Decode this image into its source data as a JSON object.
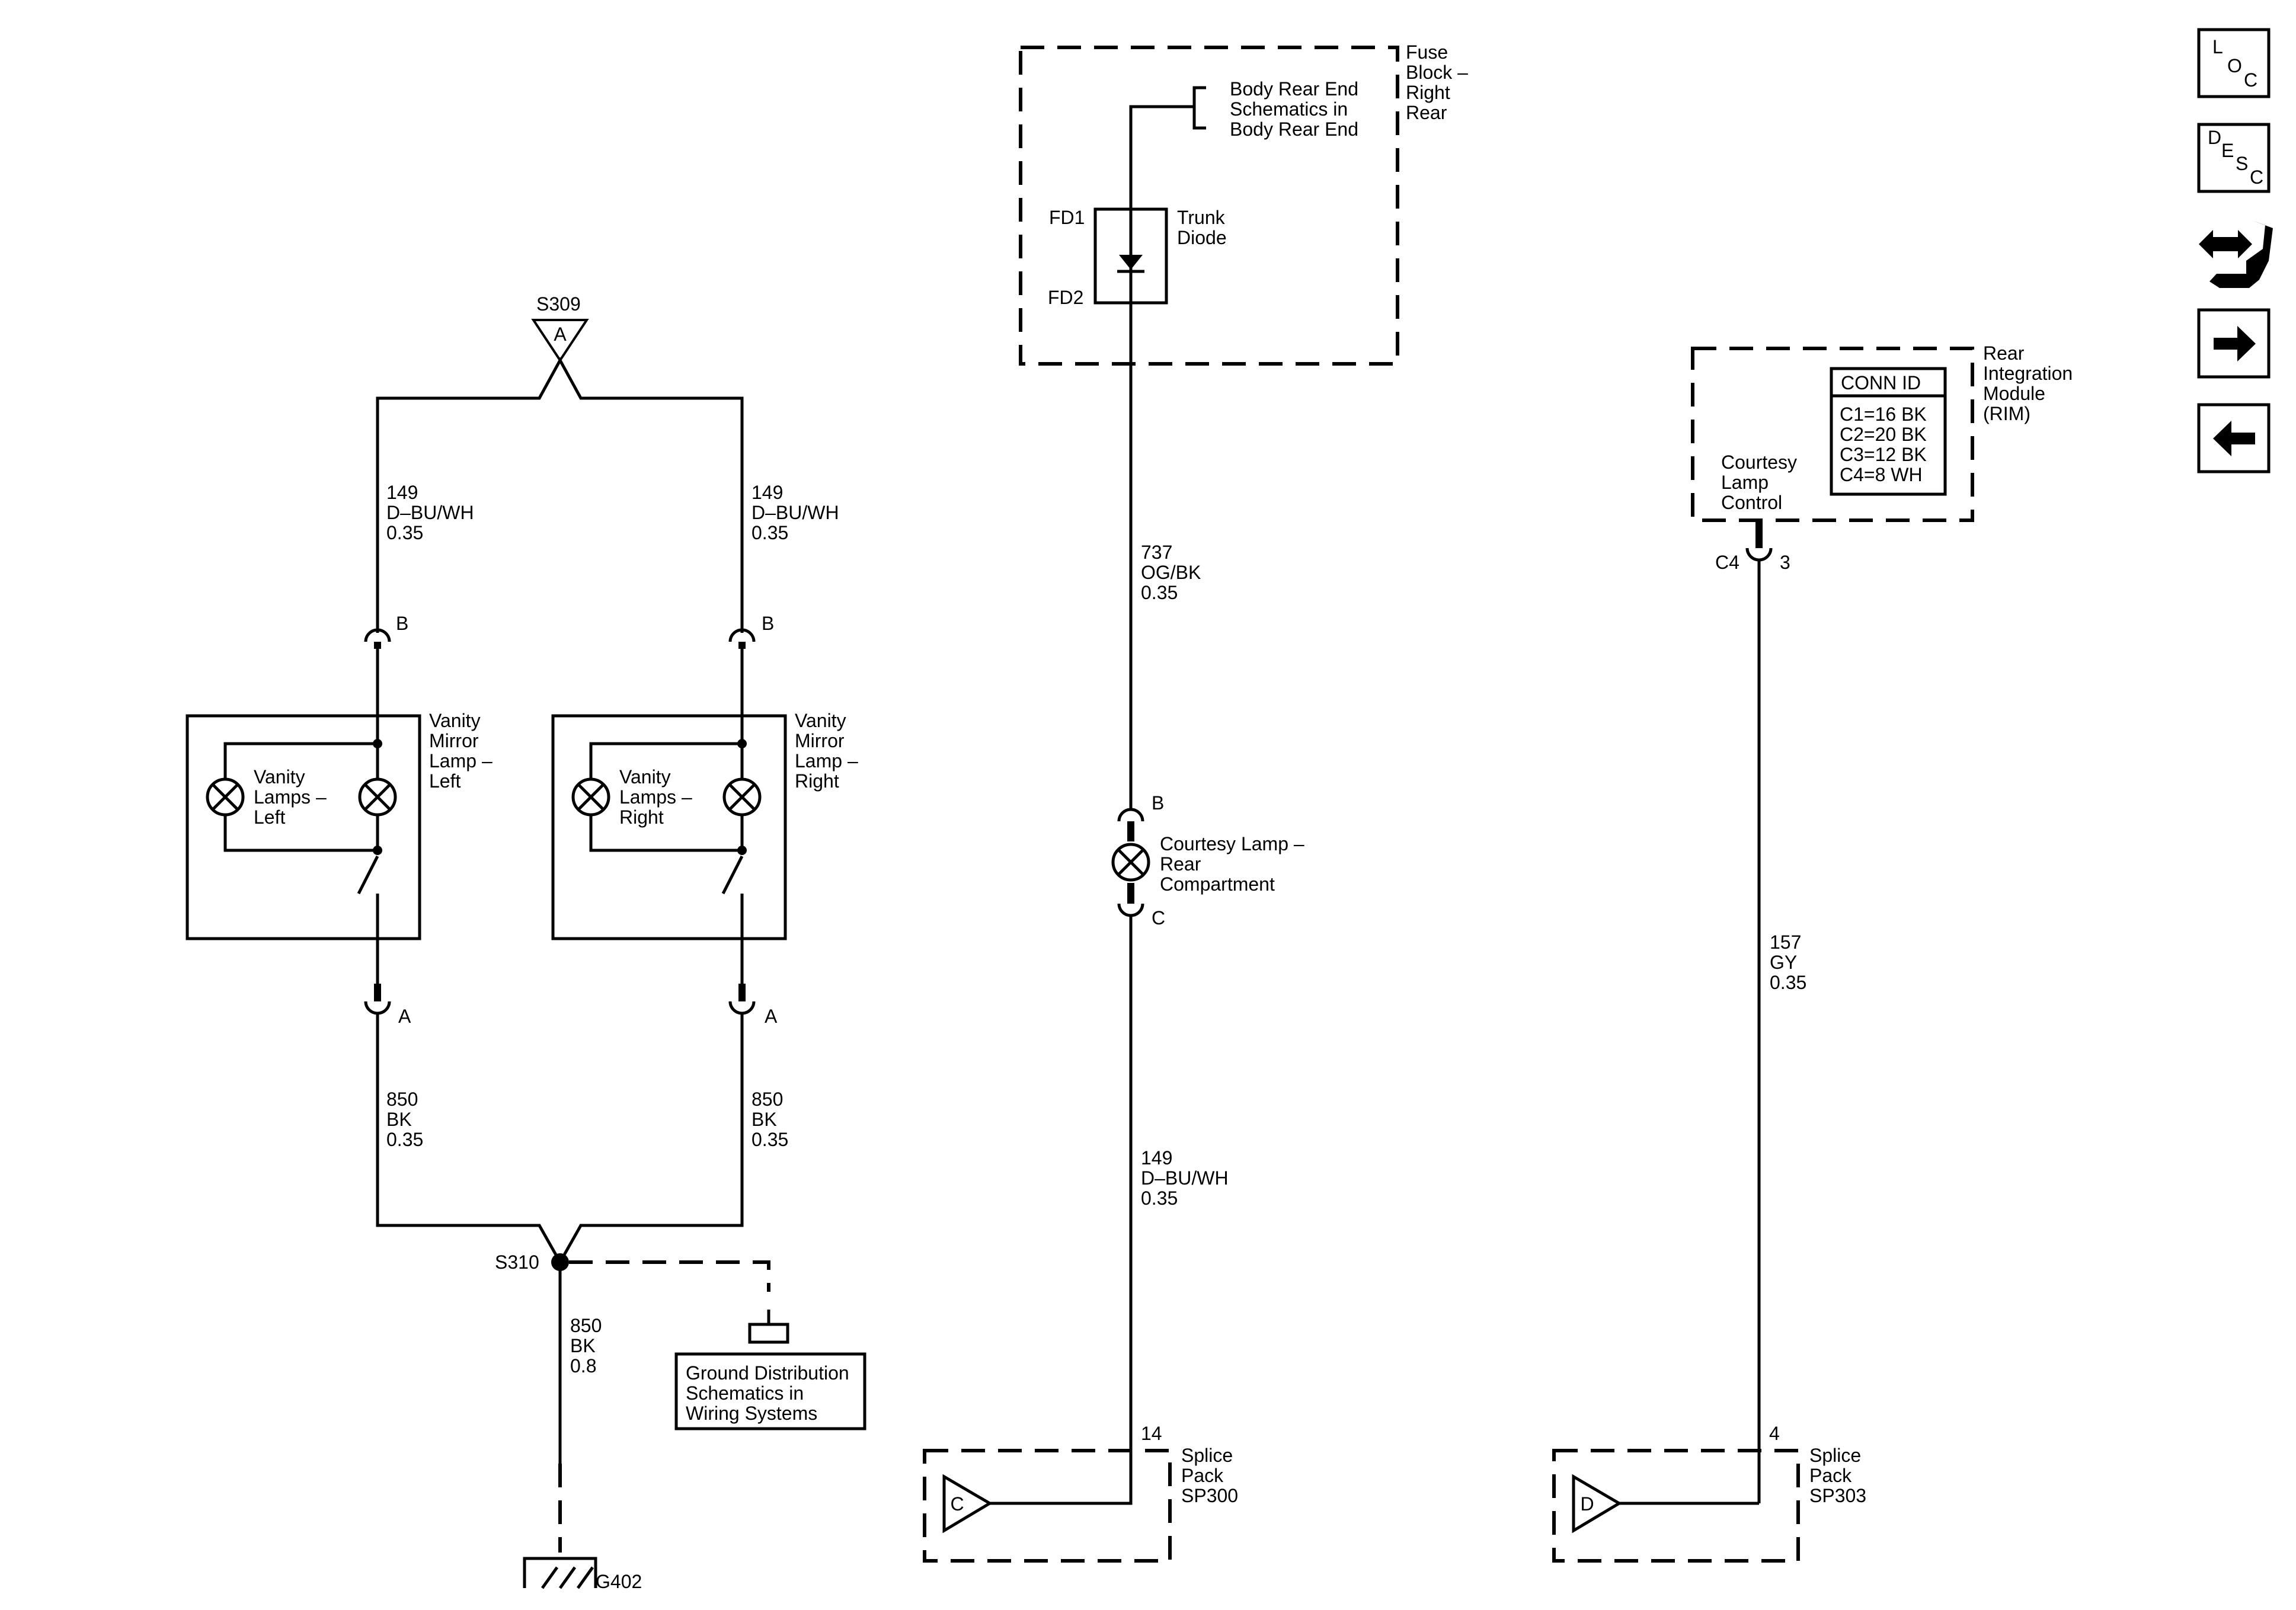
{
  "diagram": {
    "s309": {
      "label": "S309",
      "inner": "A"
    },
    "left_wire_top": {
      "circuit": "149",
      "color": "D–BU/WH",
      "gauge": "0.35"
    },
    "right_wire_top": {
      "circuit": "149",
      "color": "D–BU/WH",
      "gauge": "0.35"
    },
    "left_lamp": {
      "pin_top": "B",
      "pin_bottom": "A",
      "title": [
        "Vanity",
        "Mirror",
        "Lamp –",
        "Left"
      ],
      "lamps": [
        "Vanity",
        "Lamps –",
        "Left"
      ]
    },
    "right_lamp": {
      "pin_top": "B",
      "pin_bottom": "A",
      "title": [
        "Vanity",
        "Mirror",
        "Lamp –",
        "Right"
      ],
      "lamps": [
        "Vanity",
        "Lamps –",
        "Right"
      ]
    },
    "left_wire_bottom": {
      "circuit": "850",
      "color": "BK",
      "gauge": "0.35"
    },
    "right_wire_bottom": {
      "circuit": "850",
      "color": "BK",
      "gauge": "0.35"
    },
    "s310": {
      "label": "S310"
    },
    "ground_wire": {
      "circuit": "850",
      "color": "BK",
      "gauge": "0.8"
    },
    "ground_ref": [
      "Ground Distribution",
      "Schematics in",
      "Wiring Systems"
    ],
    "g402": "G402",
    "fuse_block": {
      "title": [
        "Fuse",
        "Block –",
        "Right",
        "Rear"
      ],
      "ref": [
        "Body Rear End",
        "Schematics in",
        "Body Rear End"
      ],
      "pin_fd1": "FD1",
      "pin_fd2": "FD2",
      "diode": [
        "Trunk",
        "Diode"
      ]
    },
    "center_wire_top": {
      "circuit": "737",
      "color": "OG/BK",
      "gauge": "0.35"
    },
    "courtesy_lamp": {
      "pin_top": "B",
      "pin_bottom": "C",
      "title": [
        "Courtesy Lamp –",
        "Rear",
        "Compartment"
      ]
    },
    "center_wire_bottom": {
      "circuit": "149",
      "color": "D–BU/WH",
      "gauge": "0.35"
    },
    "sp300": {
      "pin": "14",
      "inner": "C",
      "title": [
        "Splice",
        "Pack",
        "SP300"
      ]
    },
    "rim": {
      "title": [
        "Rear",
        "Integration",
        "Module",
        "(RIM)"
      ],
      "conn_header": "CONN ID",
      "conn_rows": [
        "C1=16 BK",
        "C2=20 BK",
        "C3=12 BK",
        "C4=8 WH"
      ],
      "control": [
        "Courtesy",
        "Lamp",
        "Control"
      ],
      "connector": "C4",
      "pin": "3"
    },
    "rim_wire": {
      "circuit": "157",
      "color": "GY",
      "gauge": "0.35"
    },
    "sp303": {
      "pin": "4",
      "inner": "D",
      "title": [
        "Splice",
        "Pack",
        "SP303"
      ]
    }
  },
  "nav": {
    "loc": {
      "letters": [
        "L",
        "O",
        "C"
      ]
    },
    "desc": {
      "letters": [
        "D",
        "E",
        "S",
        "C"
      ]
    },
    "connector_icon": "connector-wrench-icon",
    "next_icon": "arrow-right-icon",
    "prev_icon": "arrow-left-icon"
  }
}
